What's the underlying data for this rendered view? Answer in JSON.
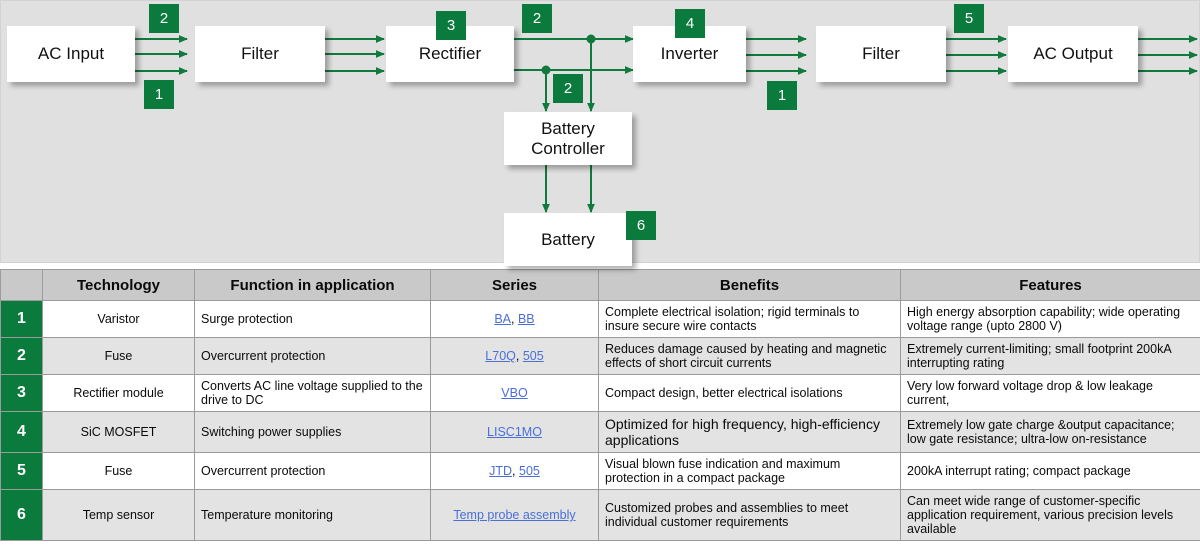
{
  "diagram": {
    "background_color": "#e0e0e0",
    "accent_color": "#0a7a3d",
    "nodes": [
      {
        "id": "ac-input",
        "label": "AC Input"
      },
      {
        "id": "filter-in",
        "label": "Filter"
      },
      {
        "id": "rectifier",
        "label": "Rectifier"
      },
      {
        "id": "inverter",
        "label": "Inverter"
      },
      {
        "id": "filter-out",
        "label": "Filter"
      },
      {
        "id": "ac-output",
        "label": "AC Output"
      },
      {
        "id": "battery-controller",
        "label": "Battery\nController"
      },
      {
        "id": "battery",
        "label": "Battery"
      }
    ],
    "node_labels": {
      "ac_input": "AC Input",
      "filter_in": "Filter",
      "rectifier": "Rectifier",
      "inverter": "Inverter",
      "filter_out": "Filter",
      "ac_output": "AC Output",
      "battery_controller_line1": "Battery",
      "battery_controller_line2": "Controller",
      "battery": "Battery"
    },
    "badges": [
      {
        "id": "badge-2-input-top",
        "number": "2"
      },
      {
        "id": "badge-1-input-bottom",
        "number": "1"
      },
      {
        "id": "badge-3-rectifier",
        "number": "3"
      },
      {
        "id": "badge-2-dc-bus",
        "number": "2"
      },
      {
        "id": "badge-4-inverter",
        "number": "4"
      },
      {
        "id": "badge-2-battery-branch",
        "number": "2"
      },
      {
        "id": "badge-1-inverter-out",
        "number": "1"
      },
      {
        "id": "badge-5-filter-out",
        "number": "5"
      },
      {
        "id": "badge-6-battery",
        "number": "6"
      }
    ]
  },
  "table": {
    "link_color": "#4a6fd8",
    "headers": [
      "",
      "Technology",
      "Function in application",
      "Series",
      "Benefits",
      "Features"
    ],
    "rows": [
      {
        "num": "1",
        "technology": "Varistor",
        "function": "Surge protection",
        "series": [
          {
            "text": "BA"
          },
          {
            "text": "BB"
          }
        ],
        "benefits": "Complete electrical isolation; rigid terminals to insure secure wire contacts",
        "features": "High energy absorption capability; wide operating voltage range (upto 2800 V)"
      },
      {
        "num": "2",
        "technology": "Fuse",
        "function": "Overcurrent protection",
        "series": [
          {
            "text": "L70Q"
          },
          {
            "text": "505"
          }
        ],
        "benefits": "Reduces damage caused by heating and magnetic effects of short circuit currents",
        "features": "Extremely current-limiting; small footprint 200kA interrupting rating"
      },
      {
        "num": "3",
        "technology": "Rectifier module",
        "function": "Converts AC line voltage supplied to the drive to DC",
        "series": [
          {
            "text": "VBO"
          }
        ],
        "benefits": "Compact design, better electrical isolations",
        "features": "Very low forward voltage drop & low leakage current,"
      },
      {
        "num": "4",
        "technology": "SiC MOSFET",
        "function": "Switching power supplies",
        "series": [
          {
            "text": "LISC1MO"
          }
        ],
        "benefits": "Optimized for high frequency, high-efficiency applications",
        "features": "Extremely low gate charge &output capacitance; low gate resistance; ultra-low on-resistance"
      },
      {
        "num": "5",
        "technology": "Fuse",
        "function": "Overcurrent protection",
        "series": [
          {
            "text": "JTD"
          },
          {
            "text": "505"
          }
        ],
        "benefits": "Visual blown fuse indication and maximum protection in a compact package",
        "features": "200kA  interrupt rating; compact package"
      },
      {
        "num": "6",
        "technology": "Temp sensor",
        "function": "Temperature monitoring",
        "series": [
          {
            "text": "Temp probe assembly"
          }
        ],
        "benefits": "Customized probes and assemblies to meet individual customer requirements",
        "features": "Can meet wide range of customer-specific application requirement, various precision levels available"
      }
    ]
  }
}
